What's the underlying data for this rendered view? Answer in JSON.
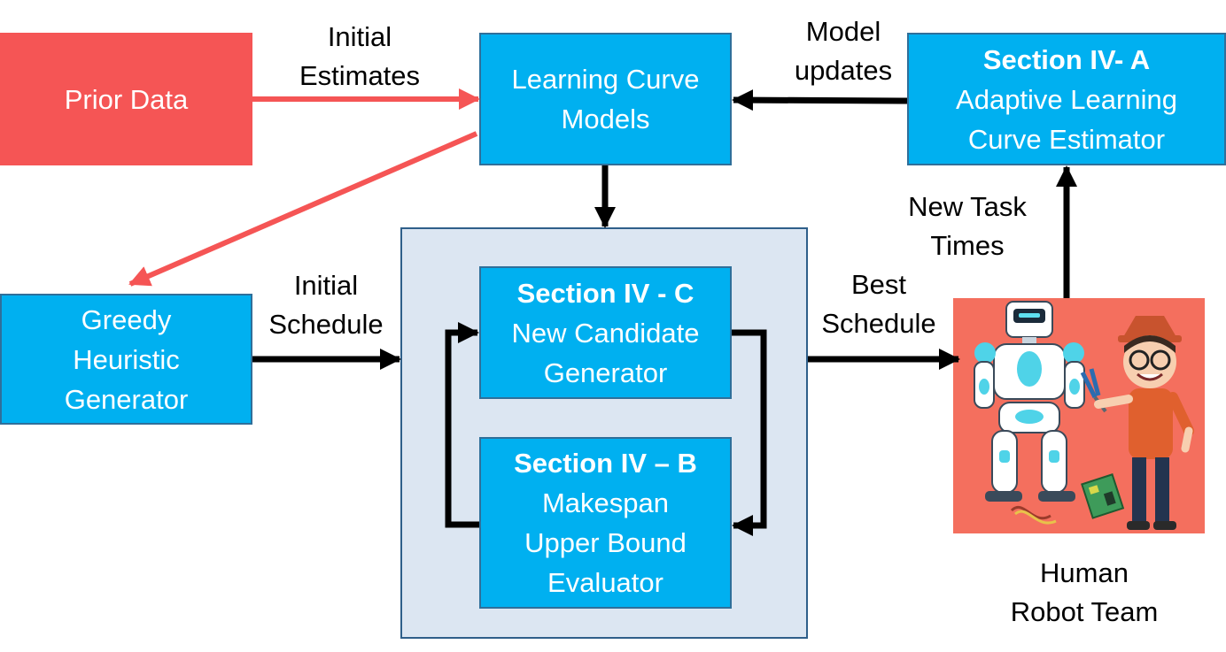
{
  "boxes": {
    "prior_data": {
      "line1": "Prior Data"
    },
    "learning_curve": {
      "line1": "Learning Curve",
      "line2": "Models"
    },
    "section_a": {
      "heading": "Section IV- A",
      "line1": "Adaptive Learning",
      "line2": "Curve Estimator"
    },
    "greedy": {
      "line1": "Greedy",
      "line2": "Heuristic",
      "line3": "Generator"
    },
    "section_c": {
      "heading": "Section IV - C",
      "line1": "New Candidate",
      "line2": "Generator"
    },
    "section_b": {
      "heading": "Section IV – B",
      "line1": "Makespan",
      "line2": "Upper Bound",
      "line3": "Evaluator"
    }
  },
  "labels": {
    "initial_estimates": {
      "line1": "Initial",
      "line2": "Estimates"
    },
    "model_updates": {
      "line1": "Model",
      "line2": "updates"
    },
    "new_task_times": {
      "line1": "New Task",
      "line2": "Times"
    },
    "initial_schedule": {
      "line1": "Initial",
      "line2": "Schedule"
    },
    "best_schedule": {
      "line1": "Best",
      "line2": "Schedule"
    },
    "human_robot_team": {
      "line1": "Human",
      "line2": "Robot Team"
    }
  },
  "image": {
    "icon": "human-robot-team-illustration"
  },
  "colors": {
    "process_box": "#00b0f0",
    "prior_box": "#f55555",
    "container": "#dce6f2",
    "red_arrow": "#f55555",
    "black_arrow": "#000000",
    "illustration_bg": "#f46f5e"
  }
}
